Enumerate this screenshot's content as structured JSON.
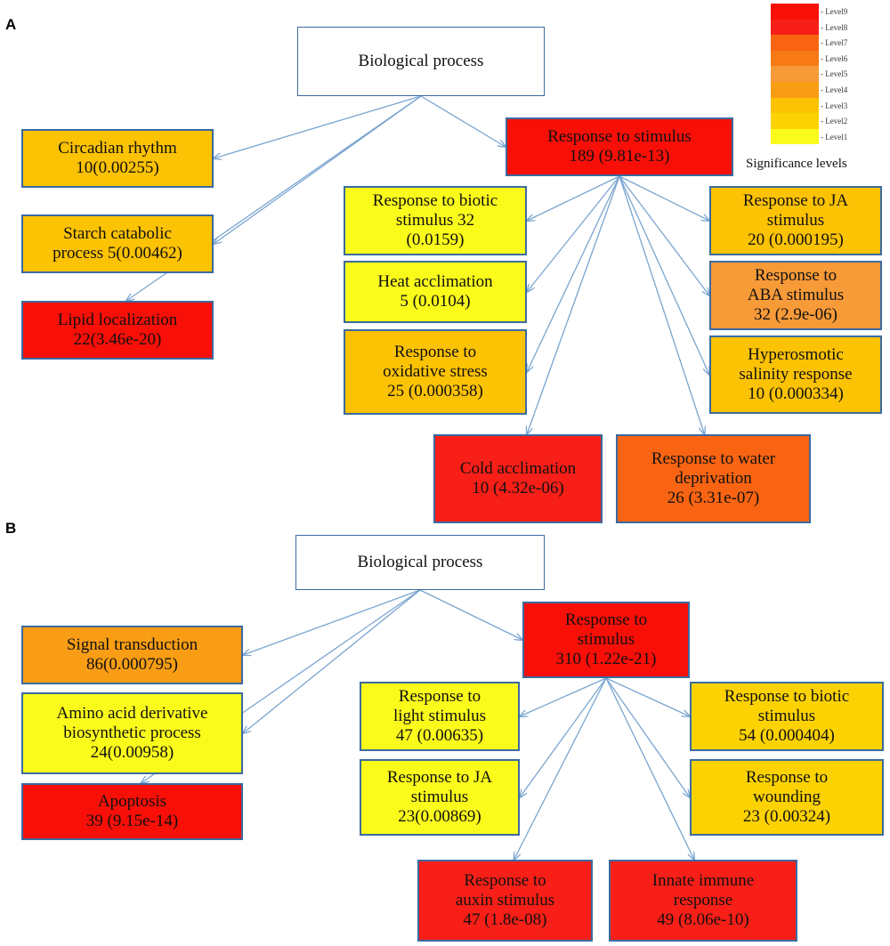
{
  "panels": [
    {
      "label": "A",
      "root": [
        "Biological process"
      ],
      "nodes": [
        {
          "id": "a_circ",
          "lines": [
            "Circadian rhythm",
            "10(0.00255)"
          ],
          "level": 3
        },
        {
          "id": "a_starch",
          "lines": [
            "Starch catabolic",
            "process 5(0.00462)"
          ],
          "level": 3
        },
        {
          "id": "a_lipid",
          "lines": [
            "Lipid localization",
            "22(3.46e-20)"
          ],
          "level": 9
        },
        {
          "id": "a_resp",
          "lines": [
            "Response to  stimulus",
            "189 (9.81e-13)"
          ],
          "level": 9
        },
        {
          "id": "a_biotic",
          "lines": [
            "Response to biotic",
            "stimulus 32",
            "(0.0159)"
          ],
          "level": 1
        },
        {
          "id": "a_heat",
          "lines": [
            "Heat acclimation",
            "5 (0.0104)"
          ],
          "level": 1
        },
        {
          "id": "a_oxid",
          "lines": [
            "Response to",
            "oxidative stress",
            "25 (0.000358)"
          ],
          "level": 3
        },
        {
          "id": "a_ja",
          "lines": [
            "Response to JA",
            "stimulus",
            "20 (0.000195)"
          ],
          "level": 3
        },
        {
          "id": "a_aba",
          "lines": [
            "Response to",
            "ABA stimulus",
            "32 (2.9e-06)"
          ],
          "level": 5
        },
        {
          "id": "a_hyper",
          "lines": [
            "Hyperosmotic",
            "salinity response",
            "10 (0.000334)"
          ],
          "level": 3
        },
        {
          "id": "a_cold",
          "lines": [
            "Cold acclimation",
            "10 (4.32e-06)"
          ],
          "level": 8
        },
        {
          "id": "a_water",
          "lines": [
            "Response to water",
            "deprivation",
            "26 (3.31e-07)"
          ],
          "level": 7
        }
      ]
    },
    {
      "label": "B",
      "root": [
        "Biological process"
      ],
      "nodes": [
        {
          "id": "b_signal",
          "lines": [
            "Signal transduction",
            "86(0.000795)"
          ],
          "level": 4
        },
        {
          "id": "b_amino",
          "lines": [
            "Amino acid derivative",
            "biosynthetic process",
            "24(0.00958)"
          ],
          "level": 1
        },
        {
          "id": "b_apop",
          "lines": [
            "Apoptosis",
            "39 (9.15e-14)"
          ],
          "level": 9
        },
        {
          "id": "b_resp",
          "lines": [
            "Response to",
            "stimulus",
            "310 (1.22e-21)"
          ],
          "level": 9
        },
        {
          "id": "b_light",
          "lines": [
            "Response to",
            "light stimulus",
            "47 (0.00635)"
          ],
          "level": 1
        },
        {
          "id": "b_ja",
          "lines": [
            "Response to JA",
            "stimulus",
            "23(0.00869)"
          ],
          "level": 1
        },
        {
          "id": "b_biotic",
          "lines": [
            "Response to biotic",
            "stimulus",
            "54 (0.000404)"
          ],
          "level": 2
        },
        {
          "id": "b_wound",
          "lines": [
            "Response to",
            "wounding",
            "23 (0.00324)"
          ],
          "level": 2
        },
        {
          "id": "b_auxin",
          "lines": [
            "Response to",
            "auxin stimulus",
            "47 (1.8e-08)"
          ],
          "level": 8
        },
        {
          "id": "b_innate",
          "lines": [
            "Innate immune",
            "response",
            "49 (8.06e-10)"
          ],
          "level": 8
        }
      ]
    }
  ],
  "edges": [
    [
      "a_root",
      "a_circ"
    ],
    [
      "a_root",
      "a_starch"
    ],
    [
      "a_root",
      "a_lipid"
    ],
    [
      "a_root",
      "a_resp"
    ],
    [
      "a_resp",
      "a_biotic"
    ],
    [
      "a_resp",
      "a_heat"
    ],
    [
      "a_resp",
      "a_oxid"
    ],
    [
      "a_resp",
      "a_ja"
    ],
    [
      "a_resp",
      "a_aba"
    ],
    [
      "a_resp",
      "a_hyper"
    ],
    [
      "a_resp",
      "a_cold"
    ],
    [
      "a_resp",
      "a_water"
    ],
    [
      "b_root",
      "b_signal"
    ],
    [
      "b_root",
      "b_amino"
    ],
    [
      "b_root",
      "b_apop"
    ],
    [
      "b_root",
      "b_resp"
    ],
    [
      "b_resp",
      "b_light"
    ],
    [
      "b_resp",
      "b_ja"
    ],
    [
      "b_resp",
      "b_biotic"
    ],
    [
      "b_resp",
      "b_wound"
    ],
    [
      "b_resp",
      "b_auxin"
    ],
    [
      "b_resp",
      "b_innate"
    ]
  ],
  "legend": {
    "title": "Significance levels",
    "levels": [
      "Level9",
      "Level8",
      "Level7",
      "Level6",
      "Level5",
      "Level4",
      "Level3",
      "Level2",
      "Level1"
    ],
    "colors": {
      "1": "#fbfb1b",
      "2": "#fcd202",
      "3": "#fcc204",
      "4": "#f99d14",
      "5": "#f79a38",
      "6": "#f77a14",
      "7": "#f86412",
      "8": "#f81f18",
      "9": "#f80f08"
    },
    "edge_color": "#7aa5d0",
    "border_color": "#3b6aa0"
  }
}
